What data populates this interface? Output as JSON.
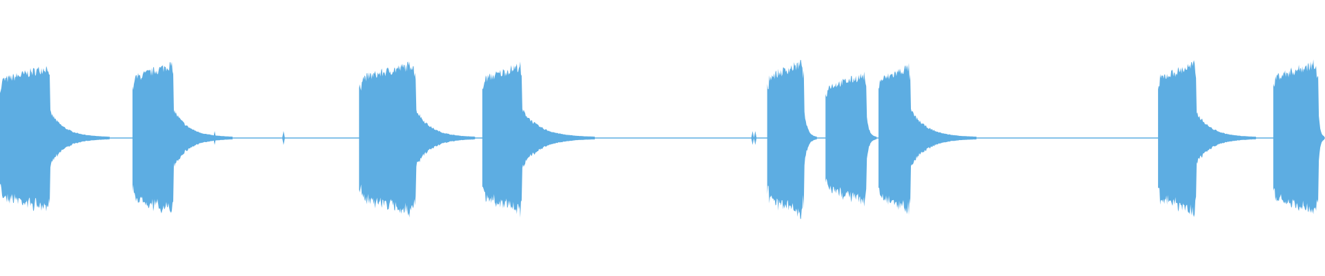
{
  "chart_data": {
    "type": "area",
    "description_kind": "audio-waveform",
    "color": "#5dade2",
    "background": "#ffffff",
    "xlim": [
      0,
      1000
    ],
    "ylim": [
      -1,
      1
    ],
    "grid": false,
    "baseline_amplitude": 0.006,
    "bursts": [
      {
        "start": 0,
        "end": 38,
        "amplitude": 0.52,
        "tail_amplitude": 0.18,
        "tail_length": 45
      },
      {
        "start": 100,
        "end": 131,
        "amplitude": 0.54,
        "tail_amplitude": 0.2,
        "tail_length": 45
      },
      {
        "start": 271,
        "end": 314,
        "amplitude": 0.54,
        "tail_amplitude": 0.2,
        "tail_length": 45
      },
      {
        "start": 364,
        "end": 394,
        "amplitude": 0.53,
        "tail_amplitude": 0.2,
        "tail_length": 55
      },
      {
        "start": 579,
        "end": 607,
        "amplitude": 0.55,
        "tail_amplitude": 0.18,
        "tail_length": 10
      },
      {
        "start": 623,
        "end": 654,
        "amplitude": 0.46,
        "tail_amplitude": 0.15,
        "tail_length": 8
      },
      {
        "start": 663,
        "end": 687,
        "amplitude": 0.52,
        "tail_amplitude": 0.2,
        "tail_length": 50
      },
      {
        "start": 874,
        "end": 903,
        "amplitude": 0.54,
        "tail_amplitude": 0.18,
        "tail_length": 45
      },
      {
        "start": 961,
        "end": 995,
        "amplitude": 0.55,
        "tail_amplitude": 0.2,
        "tail_length": 5
      }
    ],
    "clicks": [
      162,
      214,
      570,
      568
    ]
  }
}
